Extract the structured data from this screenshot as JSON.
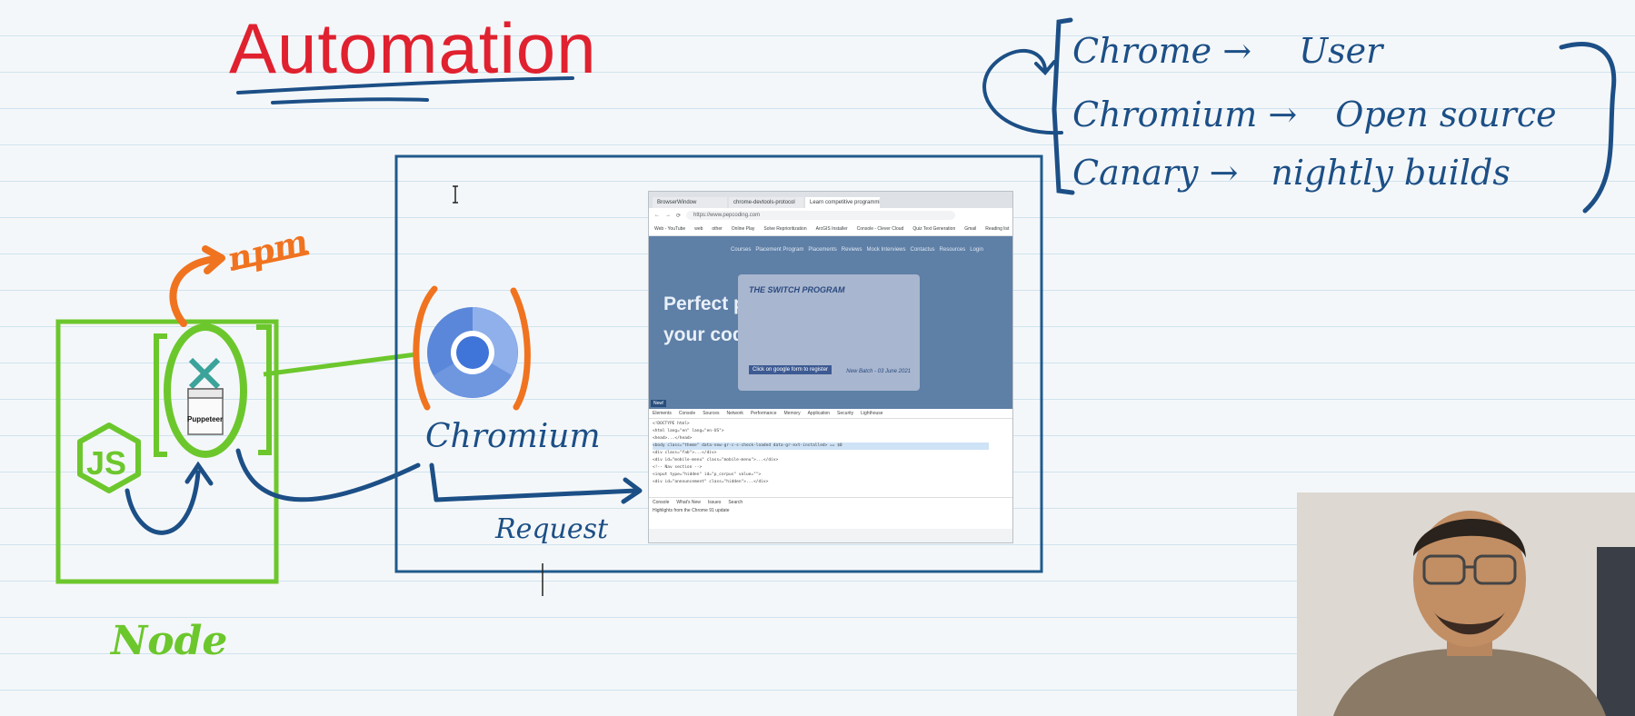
{
  "heading": "Automation",
  "labels": {
    "npm": "npm",
    "node": "Node",
    "puppeteer": "Puppeteer",
    "chromium": "Chromium",
    "request": "Request"
  },
  "browser_list": [
    {
      "name": "Chrome",
      "desc": "User"
    },
    {
      "name": "Chromium",
      "desc": "Open source"
    },
    {
      "name": "Canary",
      "desc": "nightly builds"
    }
  ],
  "screenshot": {
    "tabs": [
      "BrowserWindow",
      "chrome-devtools-protocol",
      "Learn competitive programming"
    ],
    "url": "https://www.pepcoding.com",
    "bookmarks": [
      "Web - YouTube",
      "web",
      "other",
      "Online Play",
      "Solve Reprioritization",
      "ArcGIS Installer",
      "Console - Clever Cloud",
      "Quiz Text Generation",
      "Gmail",
      "Reading list"
    ],
    "nav": [
      "Courses",
      "Placement Program",
      "Placements",
      "Reviews",
      "Mock Interviews",
      "Contactus",
      "Resources",
      "Login"
    ],
    "hero_line1": "Perfect pla",
    "hero_line2": "your coding",
    "card_title": "THE SWITCH PROGRAM",
    "card_button": "Click on google form to register",
    "card_date": "New Batch - 03 June 2021",
    "badge": "New!",
    "devtools_tabs": [
      "Elements",
      "Console",
      "Sources",
      "Network",
      "Performance",
      "Memory",
      "Application",
      "Security",
      "Lighthouse"
    ],
    "code_lines": [
      "<!DOCTYPE html>",
      "<html lang=\"en\" lang=\"en-US\">",
      "<head>...</head>",
      "<body class=\"theme\" data-new-gr-c-s-check-loaded data-gr-ext-installed> == $0",
      "<div class=\"fab\">...</div>",
      "<div id=\"mobile-menu\" class=\"mobile-menu\">...</div>",
      "<!-- Nav section -->",
      "<input type=\"hidden\" id=\"p_corpus\" value=\"\">",
      "<div id=\"announcement\" class=\"hidden\">...</div>"
    ],
    "console_tabs": [
      "Console",
      "What's New",
      "Issues",
      "Search"
    ],
    "console_text": "Highlights from the Chrome 91 update"
  },
  "colors": {
    "heading": "#e0212f",
    "ink_blue": "#1c4f86",
    "node_green": "#6cc72c",
    "npm_orange": "#f07320"
  }
}
